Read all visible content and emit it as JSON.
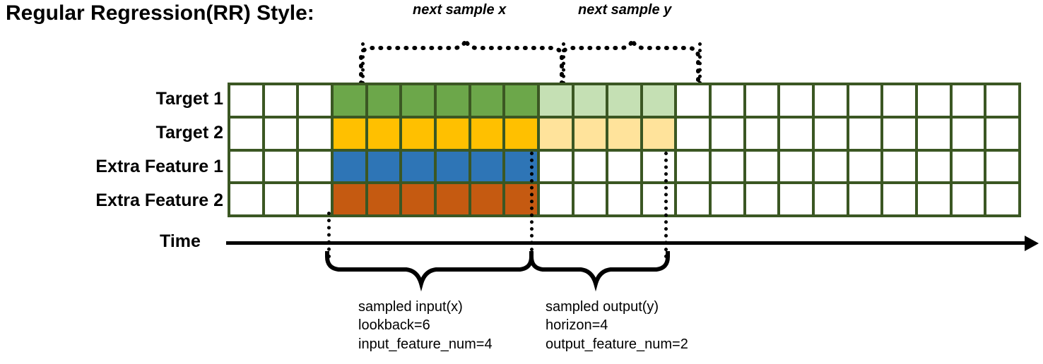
{
  "title": "Regular Regression(RR) Style:",
  "annotations": {
    "next_sample_x": "next sample x",
    "next_sample_y": "next sample y"
  },
  "axis": {
    "label": "Time",
    "arrow_icon": "arrow-right-icon"
  },
  "rows": [
    {
      "label": "Target 1",
      "key": "target1"
    },
    {
      "label": "Target 2",
      "key": "target2"
    },
    {
      "label": "Extra Feature 1",
      "key": "extra1"
    },
    {
      "label": "Extra Feature 2",
      "key": "extra2"
    }
  ],
  "grid": {
    "columns": 23,
    "rows": 4,
    "border_color": "#3b5723",
    "empty_color": "#ffffff",
    "input_start_col": 4,
    "input_end_col": 9,
    "output_start_col": 10,
    "output_end_col": 13,
    "fills": [
      [
        "#ffffff",
        "#ffffff",
        "#ffffff",
        "#6ca74a",
        "#6ca74a",
        "#6ca74a",
        "#6ca74a",
        "#6ca74a",
        "#6ca74a",
        "#c5e0b4",
        "#c5e0b4",
        "#c5e0b4",
        "#c5e0b4",
        "#ffffff",
        "#ffffff",
        "#ffffff",
        "#ffffff",
        "#ffffff",
        "#ffffff",
        "#ffffff",
        "#ffffff",
        "#ffffff",
        "#ffffff"
      ],
      [
        "#ffffff",
        "#ffffff",
        "#ffffff",
        "#ffc000",
        "#ffc000",
        "#ffc000",
        "#ffc000",
        "#ffc000",
        "#ffc000",
        "#ffe39b",
        "#ffe39b",
        "#ffe39b",
        "#ffe39b",
        "#ffffff",
        "#ffffff",
        "#ffffff",
        "#ffffff",
        "#ffffff",
        "#ffffff",
        "#ffffff",
        "#ffffff",
        "#ffffff",
        "#ffffff"
      ],
      [
        "#ffffff",
        "#ffffff",
        "#ffffff",
        "#2e75b6",
        "#2e75b6",
        "#2e75b6",
        "#2e75b6",
        "#2e75b6",
        "#2e75b6",
        "#ffffff",
        "#ffffff",
        "#ffffff",
        "#ffffff",
        "#ffffff",
        "#ffffff",
        "#ffffff",
        "#ffffff",
        "#ffffff",
        "#ffffff",
        "#ffffff",
        "#ffffff",
        "#ffffff",
        "#ffffff"
      ],
      [
        "#ffffff",
        "#ffffff",
        "#ffffff",
        "#c55a11",
        "#c55a11",
        "#c55a11",
        "#c55a11",
        "#c55a11",
        "#c55a11",
        "#ffffff",
        "#ffffff",
        "#ffffff",
        "#ffffff",
        "#ffffff",
        "#ffffff",
        "#ffffff",
        "#ffffff",
        "#ffffff",
        "#ffffff",
        "#ffffff",
        "#ffffff",
        "#ffffff",
        "#ffffff"
      ]
    ]
  },
  "captions": {
    "left": "sampled input(x)\nlookback=6\ninput_feature_num=4",
    "right": "sampled output(y)\nhorizon=4\noutput_feature_num=2"
  },
  "colors": {
    "grid_border": "#3b5723",
    "target1": "#6ca74a",
    "target1_light": "#c5e0b4",
    "target2": "#ffc000",
    "target2_light": "#ffe39b",
    "extra1": "#2e75b6",
    "extra2": "#c55a11",
    "ink": "#000000"
  }
}
